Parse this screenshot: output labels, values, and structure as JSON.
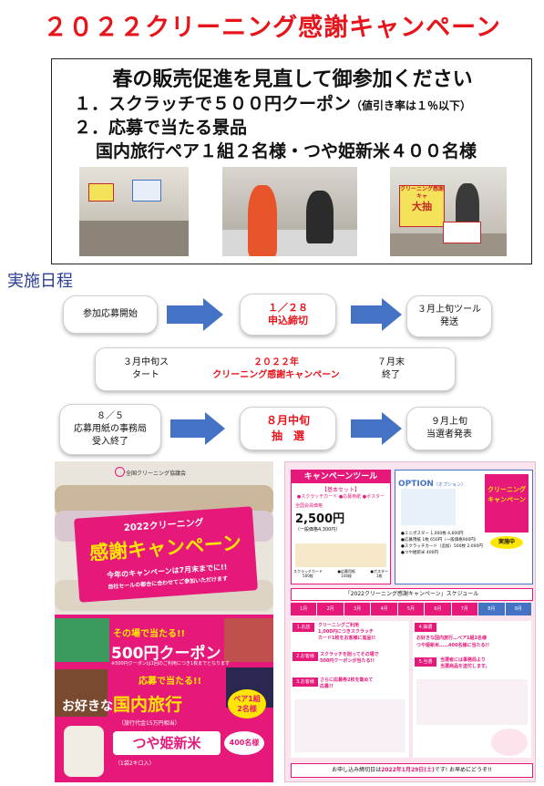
{
  "title": "２０２２クリーニング感謝キャンペーン",
  "intro": {
    "heading": "春の販売促進を見直して御参加ください",
    "item1": "１．スクラッチで５００円クーポン",
    "item1_note": "（値引き率は１％以下）",
    "item2": "２．応募で当たる景品",
    "item2_detail": "国内旅行ペア１組２名様・つや姫新米４００名様"
  },
  "photo3_sign": "大抽",
  "photo3_sign_small": "クリーニング感謝キャ",
  "schedule": {
    "title": "実施日程",
    "row1": [
      "参加応募開始",
      "１／２８\n申込締切",
      "３月上旬ツール\n発送"
    ],
    "row2_left": "３月中旬ス\nタート",
    "row2_center": "２０２２年\nクリーニング感謝キャンペーン",
    "row2_right": "７月末\n終了",
    "row3": [
      "８／５\n応募用紙の事務局\n受入終了",
      "８月中旬\n抽　選",
      "９月上旬\n当選者発表"
    ]
  },
  "flyer_left": {
    "org": "全国クリーニング協議会",
    "badge": "2022クリーニング",
    "headline": "感謝キャンペーン",
    "period": "今年のキャンペーンは7月末までに!!",
    "period_sub": "自社セールの都合に合わせてご参加いただけます",
    "win_here": "その場で当たる!!",
    "coupon": "500円クーポン",
    "coupon_note": "※500円クーポンは1回のご利用につき1枚までとなります",
    "apply": "応募で当たる!!",
    "travel_prefix": "お好きな",
    "travel": "国内旅行",
    "travel_pair": "ペア1組\n2名様",
    "travel_note": "（旅行代金15万円相当）",
    "rice": "つや姫新米",
    "rice_count": "400名様",
    "rice_note": "（1袋2キロ入）"
  },
  "flyer_right": {
    "tools_title": "キャンペーンツール",
    "tools_set": "【基本セット】",
    "tools_items": "●スクラッチカード ●応募用紙 ●ポスター",
    "tools_price": "2,500円",
    "tools_price_label": "全国会員価格",
    "tools_price_normal": "（一般価格4,300円）",
    "tool_labels": [
      "スクラッチカード\n500枚",
      "●応募用紙\n100枚",
      "●ポスター\n1枚"
    ],
    "option_title": "OPTION",
    "option_sub": "（オプション）",
    "option_badge": "クリーニング\nキャンペーン",
    "option_items": [
      "●ミニポスター 1,000枚 4,600円",
      "●応募用紙 1枚 650円（一般価格900円）",
      "●スクラッチカード（追加）500枚 2,000円",
      "●つや姫新米 400円"
    ],
    "option_tag": "実施中",
    "schedule_title": "「2022クリーニング感謝キャンペーン」スケジュール",
    "schedule_steps": [
      "1月",
      "2月",
      "3月",
      "4月",
      "5月",
      "6月",
      "7月",
      "8月",
      "9月"
    ],
    "store_label": "1.お店",
    "store_text": "クリーニングご利用\n1,000円につきスクラッチ\nカード1枚をお客様に進呈!!",
    "customer_label": "2.お客様",
    "customer_text": "スクラッチを削ってその場で\n500円クーポンが当たる!!",
    "customer3_label": "3.お客様",
    "customer3_text": "さらに応募券2枚を集めて\n応募!!",
    "draw_label": "4.抽選",
    "draw_text1": "お好きな国内旅行…ペア1組2名様",
    "draw_text2": "つや姫新米……400名様に当たる!!",
    "announce_label": "5.当選",
    "announce_text": "当選者には事務局より\n当選商品を送付します。",
    "deadline": "お申し込み締切日は",
    "deadline_date": "2022年1月29日(土)",
    "deadline_end": "です! お早めにどうぞ!!"
  },
  "colors": {
    "title_red": "#e8141c",
    "arrow_blue": "#4472c4",
    "schedule_blue": "#2a3d8f",
    "flyer_pink": "#e6197a",
    "flyer_yellow": "#ffe600"
  }
}
